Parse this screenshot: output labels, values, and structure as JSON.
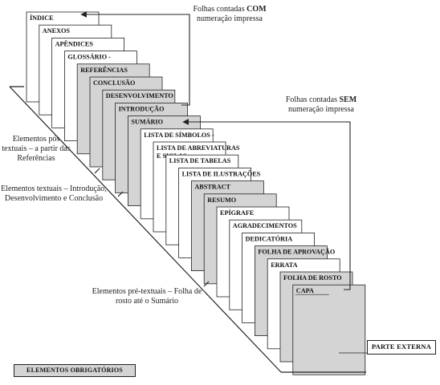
{
  "sheets": [
    {
      "label": "ÍNDICE",
      "shade": "white"
    },
    {
      "label": "ANEXOS",
      "shade": "white"
    },
    {
      "label": "APÊNDICES",
      "shade": "white"
    },
    {
      "label": "GLOSSÁRIO -",
      "shade": "white"
    },
    {
      "label": "REFERÊNCIAS",
      "shade": "gray"
    },
    {
      "label": "CONCLUSÃO",
      "shade": "gray"
    },
    {
      "label": "DESENVOLVIMENTO",
      "shade": "gray"
    },
    {
      "label": "INTRODUÇÃO",
      "shade": "gray"
    },
    {
      "label": "SUMÁRIO",
      "shade": "gray"
    },
    {
      "label": "LISTA DE SÍMBOLOS -",
      "shade": "white"
    },
    {
      "label": "LISTA DE ABREVIATURAS E SIGLAS",
      "shade": "white"
    },
    {
      "label": "LISTA DE TABELAS",
      "shade": "white"
    },
    {
      "label": "LISTA DE ILUSTRAÇÕES",
      "shade": "white"
    },
    {
      "label": "ABSTRACT",
      "shade": "gray"
    },
    {
      "label": "RESUMO",
      "shade": "gray"
    },
    {
      "label": "EPÍGRAFE",
      "shade": "white"
    },
    {
      "label": "AGRADECIMENTOS",
      "shade": "white"
    },
    {
      "label": "DEDICATÓRIA",
      "shade": "white"
    },
    {
      "label": "FOLHA DE APROVAÇÃO",
      "shade": "gray"
    },
    {
      "label": "ERRATA",
      "shade": "white"
    },
    {
      "label": "FOLHA DE ROSTO",
      "shade": "gray"
    },
    {
      "label": "CAPA",
      "shade": "gray"
    }
  ],
  "annotations": {
    "com_prefix": "Folhas contadas",
    "com_bold": "COM",
    "com_suffix": "numeração impressa",
    "sem_prefix": "Folhas contadas",
    "sem_bold": "SEM",
    "sem_suffix": "numeração impressa",
    "pos_textuais": "Elementos pós textuais – a partir das Referências",
    "textuais": "Elementos textuais – Introdução, Desenvolvimento e Conclusão",
    "pre_textuais": "Elementos pré-textuais – Folha de rosto até o Sumário"
  },
  "parte_externa": "PARTE EXTERNA",
  "legend_obrigatorios": "ELEMENTOS OBRIGATÓRIOS",
  "colors": {
    "gray_sheet": "#d4d4d4",
    "white_sheet": "#ffffff",
    "line": "#222222"
  }
}
